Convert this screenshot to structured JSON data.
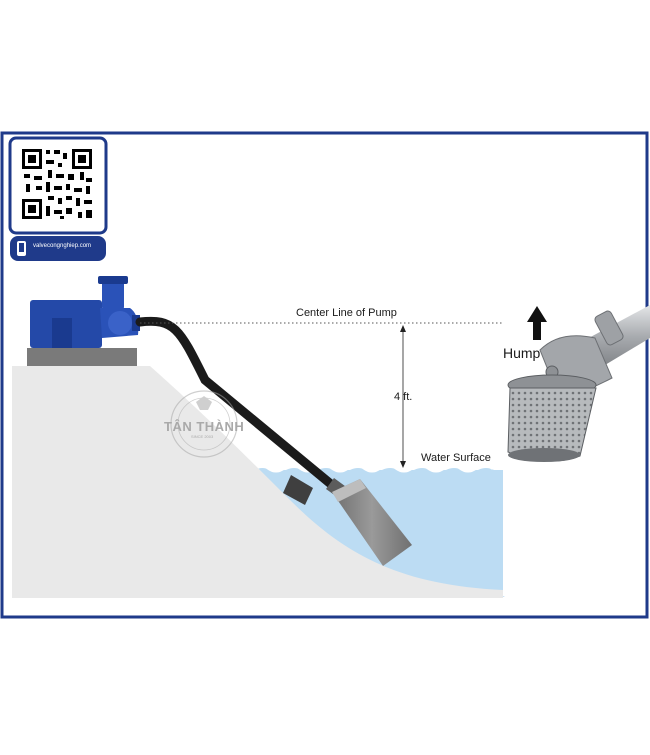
{
  "labels": {
    "center_line": "Center Line of Pump",
    "depth": "4 ft.",
    "water_surface": "Water Surface",
    "hump": "Hump"
  },
  "badge": {
    "website": "valvecongnghiep.com"
  },
  "watermark": {
    "name": "TÂN THÀNH",
    "since": "SINCE 2003"
  },
  "colors": {
    "frame": "#1f3a8a",
    "pump_blue": "#2449a8",
    "water": "#bcdcf3",
    "ground": "#e9e9e9",
    "hose": "#1b1b1b",
    "submersible": "#8a8a8a",
    "strainer": "#a9acb0"
  },
  "icons": [
    "qr-code-icon",
    "phone-icon",
    "up-arrow-icon",
    "gear-logo-icon"
  ]
}
